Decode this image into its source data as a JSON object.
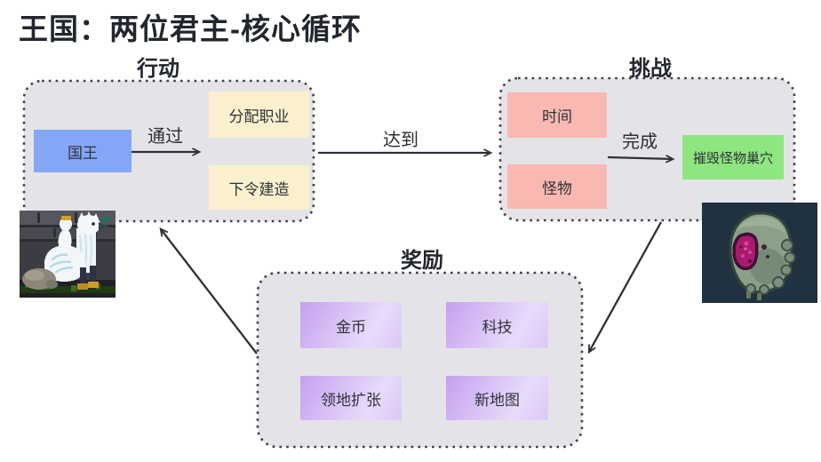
{
  "title": "王国：两位君主-核心循环",
  "groups": {
    "action": {
      "label": "行动",
      "nodes": {
        "king": "国王",
        "assign_jobs": "分配职业",
        "order_build": "下令建造"
      }
    },
    "challenge": {
      "label": "挑战",
      "nodes": {
        "time": "时间",
        "monster": "怪物",
        "destroy_nest": "摧毁怪物巢穴"
      }
    },
    "reward": {
      "label": "奖励",
      "nodes": {
        "gold": "金币",
        "tech": "科技",
        "territory_expand": "领地扩张",
        "new_map": "新地图"
      }
    }
  },
  "arrows": {
    "through": "通过",
    "reach": "达到",
    "complete": "完成"
  },
  "images": {
    "griffin": "kingdom-white-griffin-mount-pixel-art",
    "greed": "kingdom-greed-monster-pixel-art"
  },
  "colors": {
    "node_blue": "#85a5f7",
    "node_yellow": "#fbf0cd",
    "node_pink": "#f9b8b1",
    "node_green": "#8ee67f",
    "node_purple_start": "#c5a0ef",
    "node_purple_end": "#dcc7f6",
    "group_fill": "#e4e4e8",
    "group_border": "#3f4048",
    "arrow": "#2e3138",
    "title_text": "#23262e"
  }
}
